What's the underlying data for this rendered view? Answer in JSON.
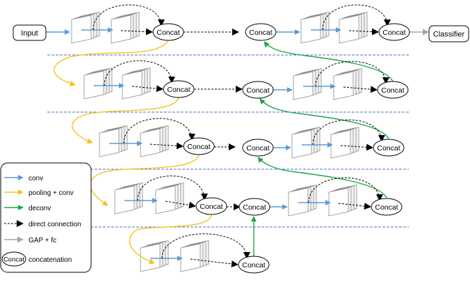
{
  "nodes": {
    "input": "Input",
    "classifier": "Classifier",
    "concat": "Concat"
  },
  "legend": {
    "items": [
      {
        "key": "conv",
        "label": "conv",
        "color": "#5b9bd5"
      },
      {
        "key": "pool",
        "label": "pooling + conv",
        "color": "#f2c21a"
      },
      {
        "key": "deconv",
        "label": "deconv",
        "color": "#1aa64a"
      },
      {
        "key": "direct",
        "label": "direct connection",
        "color": "#000000"
      },
      {
        "key": "gap",
        "label": "GAP + fc",
        "color": "#a6a6a6"
      }
    ],
    "concat_symbol": "Concat",
    "concat_label": "concatenation"
  },
  "colors": {
    "conv": "#5b9bd5",
    "pool": "#f2c21a",
    "deconv": "#1aa64a",
    "direct": "#000000",
    "gap": "#a6a6a6",
    "separator": "#4a72c4"
  }
}
